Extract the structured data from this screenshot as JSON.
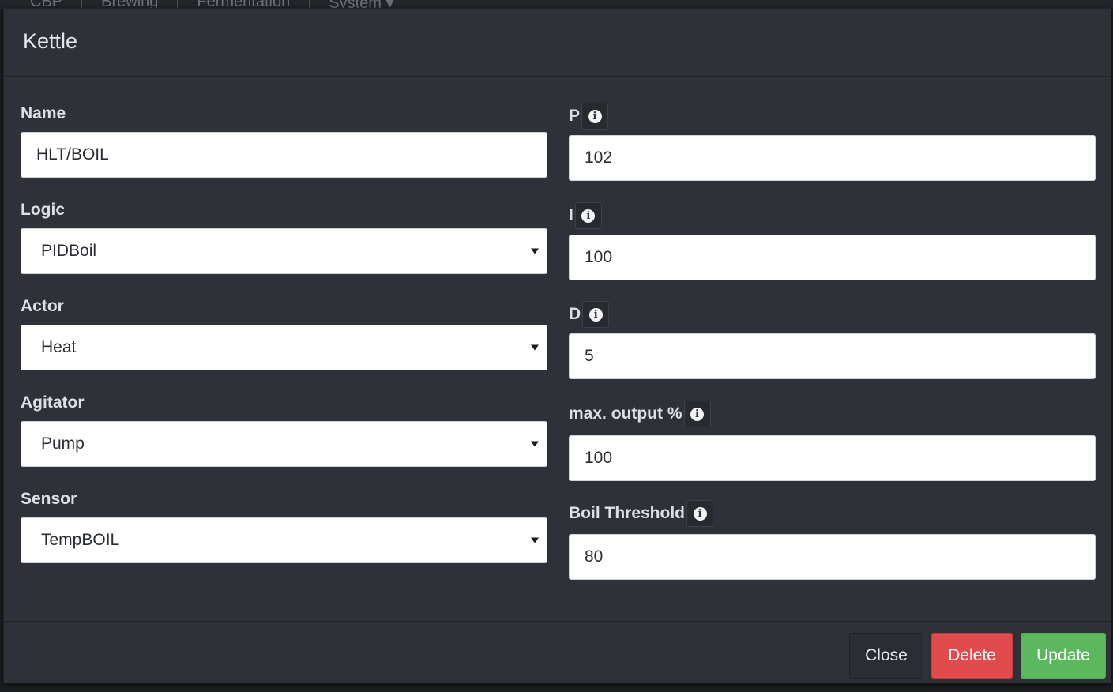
{
  "topnav": {
    "items": [
      "CBP",
      "Brewing",
      "Fermentation",
      "System ▾"
    ]
  },
  "modal": {
    "title": "Kettle"
  },
  "left": {
    "name": {
      "label": "Name",
      "value": "HLT/BOIL"
    },
    "logic": {
      "label": "Logic",
      "value": "PIDBoil"
    },
    "actor": {
      "label": "Actor",
      "value": "Heat"
    },
    "agitator": {
      "label": "Agitator",
      "value": "Pump"
    },
    "sensor": {
      "label": "Sensor",
      "value": "TempBOIL"
    }
  },
  "right": {
    "p": {
      "label": "P",
      "value": "102"
    },
    "i": {
      "label": "I",
      "value": "100"
    },
    "d": {
      "label": "D",
      "value": "5"
    },
    "max_output": {
      "label": "max. output %",
      "value": "100"
    },
    "boil_threshold": {
      "label": "Boil Threshold",
      "value": "80"
    }
  },
  "info_glyph": "i",
  "footer": {
    "close_label": "Close",
    "delete_label": "Delete",
    "update_label": "Update"
  },
  "colors": {
    "modal_bg": "#2e3238",
    "delete": "#e24b4b",
    "update": "#5cb85c",
    "close": "#2a2d33"
  }
}
